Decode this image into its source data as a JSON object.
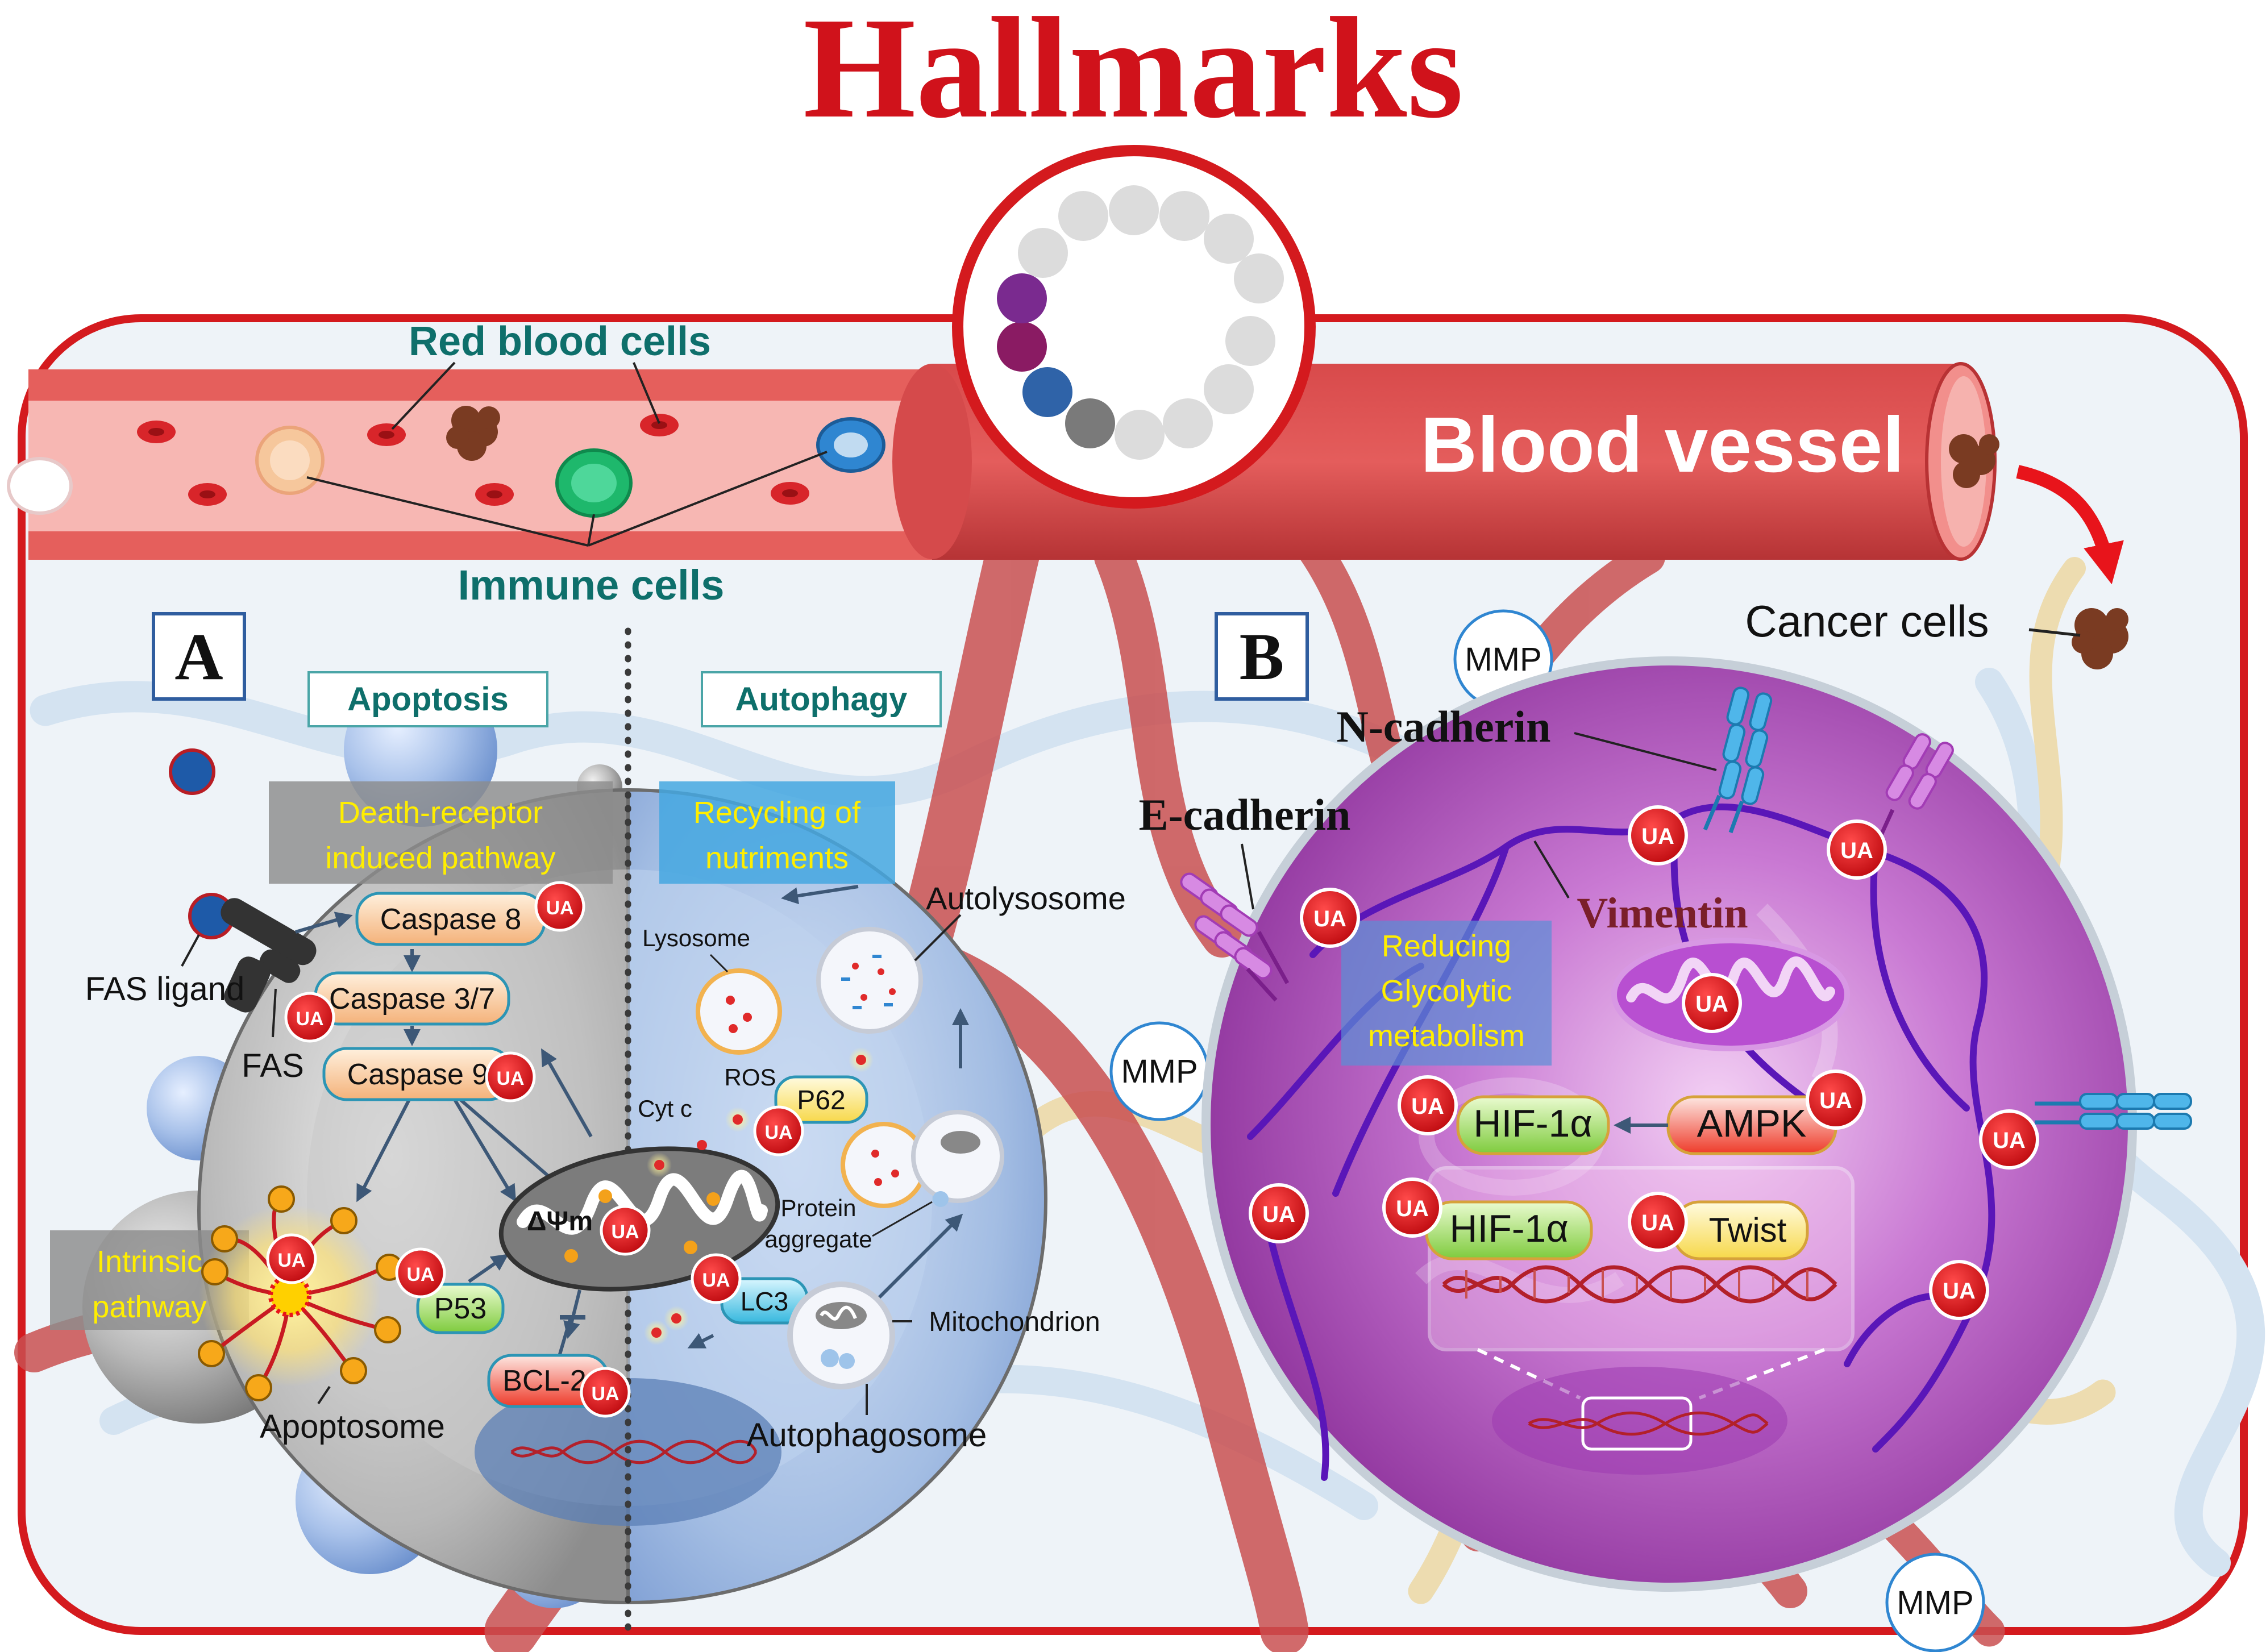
{
  "title": "Hallmarks",
  "vessel": {
    "label": "Blood vessel",
    "red_blood_cells_label": "Red blood cells",
    "immune_cells_label": "Immune cells",
    "cancer_cells_label": "Cancer cells"
  },
  "panel_a": {
    "letter": "A",
    "apoptosis_header": "Apoptosis",
    "autophagy_header": "Autophagy",
    "death_receptor_line1": "Death-receptor",
    "death_receptor_line2": "induced pathway",
    "recycling_line1": "Recycling of",
    "recycling_line2": "nutriments",
    "intrinsic_line1": "Intrinsic",
    "intrinsic_line2": "pathway",
    "fas_ligand": "FAS ligand",
    "fas": "FAS",
    "caspase8": "Caspase 8",
    "caspase37": "Caspase 3/7",
    "caspase9": "Caspase 9",
    "p53": "P53",
    "bcl2": "BCL-2",
    "delta_psi": "ΔΨm",
    "apoptosome": "Apoptosome",
    "lysosome": "Lysosome",
    "ros": "ROS",
    "cyt_c": "Cyt c",
    "p62": "P62",
    "lc3": "LC3",
    "protein_aggregate_line1": "Protein",
    "protein_aggregate_line2": "aggregate",
    "autolysosome": "Autolysosome",
    "mitochondrion": "Mitochondrion",
    "autophagosome": "Autophagosome"
  },
  "panel_b": {
    "letter": "B",
    "mmp": "MMP",
    "n_cadherin": "N-cadherin",
    "e_cadherin": "E-cadherin",
    "vimentin": "Vimentin",
    "glyco_line1": "Reducing",
    "glyco_line2": "Glycolytic",
    "glyco_line3": "metabolism",
    "hif1a": "HIF-1α",
    "ampk": "AMPK",
    "twist": "Twist"
  },
  "ua_badge": "UA",
  "colors": {
    "title_red": "#d0121b",
    "frame_red": "#d41a1e",
    "teal_text": "#0e6f6b",
    "yellow_text": "#ffee00",
    "ua_red": "#d50f16",
    "vessel_red": "#c43a3c",
    "cell_purple": "#a64bb8"
  },
  "icons": [
    "blood-vessel-icon",
    "immune-cell-icon",
    "cancer-cell-icon",
    "mitochondrion-icon",
    "dna-icon",
    "lysosome-icon",
    "receptor-icon",
    "cadherin-icon"
  ]
}
